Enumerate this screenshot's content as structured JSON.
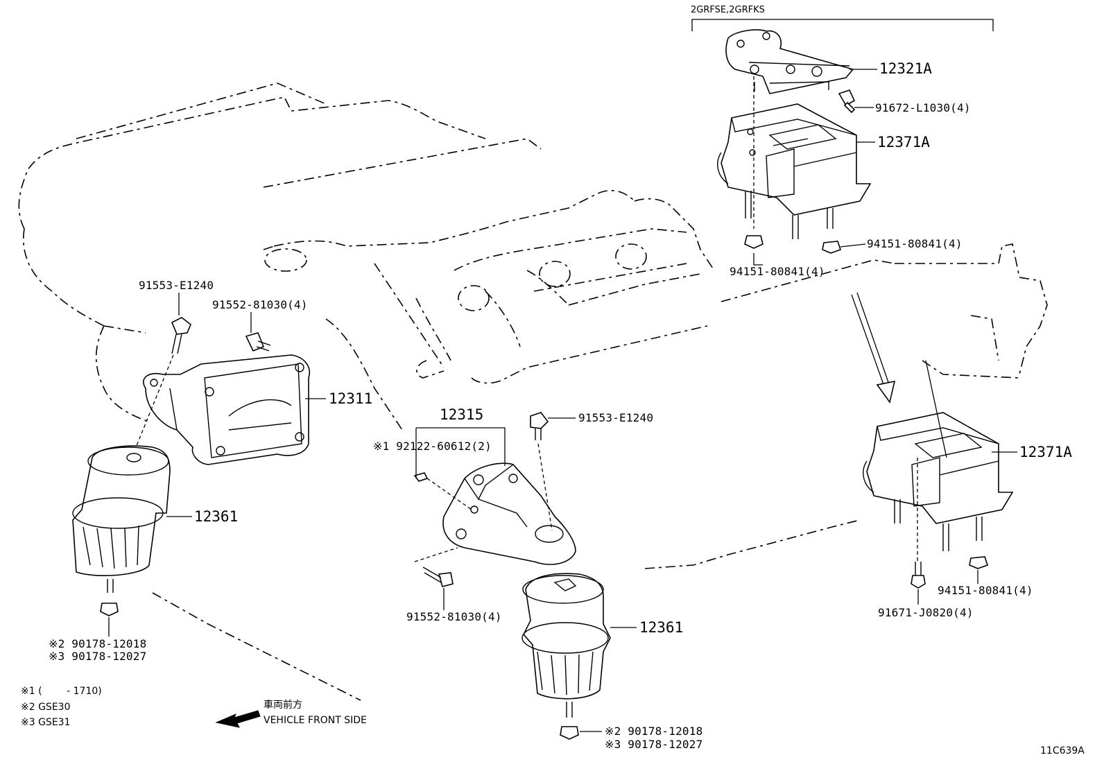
{
  "header": {
    "engine_group": "2GRFSE,2GRFKS"
  },
  "callouts": {
    "p12321A": "12321A",
    "p91672": "91672-L1030(4)",
    "p12371A_top": "12371A",
    "p94151_right_top": "94151-80841(4)",
    "p94151_bottom_top": "94151-80841(4)",
    "p91553_left": "91553-E1240",
    "p91552_left": "91552-81030(4)",
    "p12311": "12311",
    "p12361_left": "12361",
    "p12315": "12315",
    "p92122": "※1 92122-60612(2)",
    "p91553_mid": "91553-E1240",
    "p91552_mid": "91552-81030(4)",
    "p12361_mid": "12361",
    "p12371A_right": "12371A",
    "p94151_right": "94151-80841(4)",
    "p91671": "91671-J0820(4)",
    "p90178_left_2": "※2 90178-12018",
    "p90178_left_3": "※3 90178-12027",
    "p90178_mid_2": "※2 90178-12018",
    "p90178_mid_3": "※3 90178-12027"
  },
  "notes": {
    "n1": "※1 (        - 1710)",
    "n2": "※2 GSE30",
    "n3": "※3 GSE31"
  },
  "direction": {
    "jp": "車両前方",
    "en": "VEHICLE FRONT SIDE"
  },
  "figure_id": "11C639A",
  "icons": [
    "front-direction-arrow-icon"
  ]
}
